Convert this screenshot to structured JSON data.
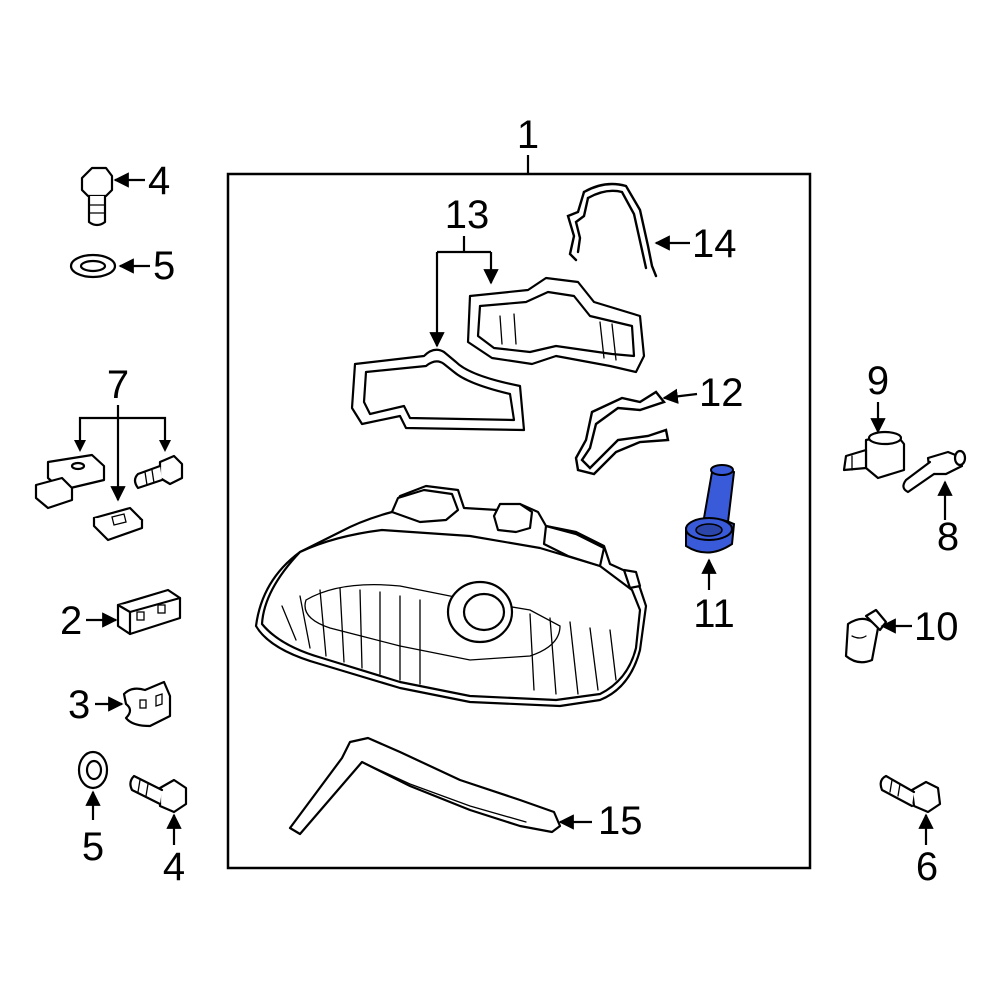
{
  "callouts": {
    "c1": "1",
    "c2": "2",
    "c3": "3",
    "c4a": "4",
    "c4b": "4",
    "c5a": "5",
    "c5b": "5",
    "c6": "6",
    "c7": "7",
    "c8": "8",
    "c9": "9",
    "c10": "10",
    "c11": "11",
    "c12": "12",
    "c13": "13",
    "c14": "14",
    "c15": "15"
  },
  "colors": {
    "highlight": "#3a5bd9",
    "line": "#000000",
    "background": "#ffffff"
  }
}
